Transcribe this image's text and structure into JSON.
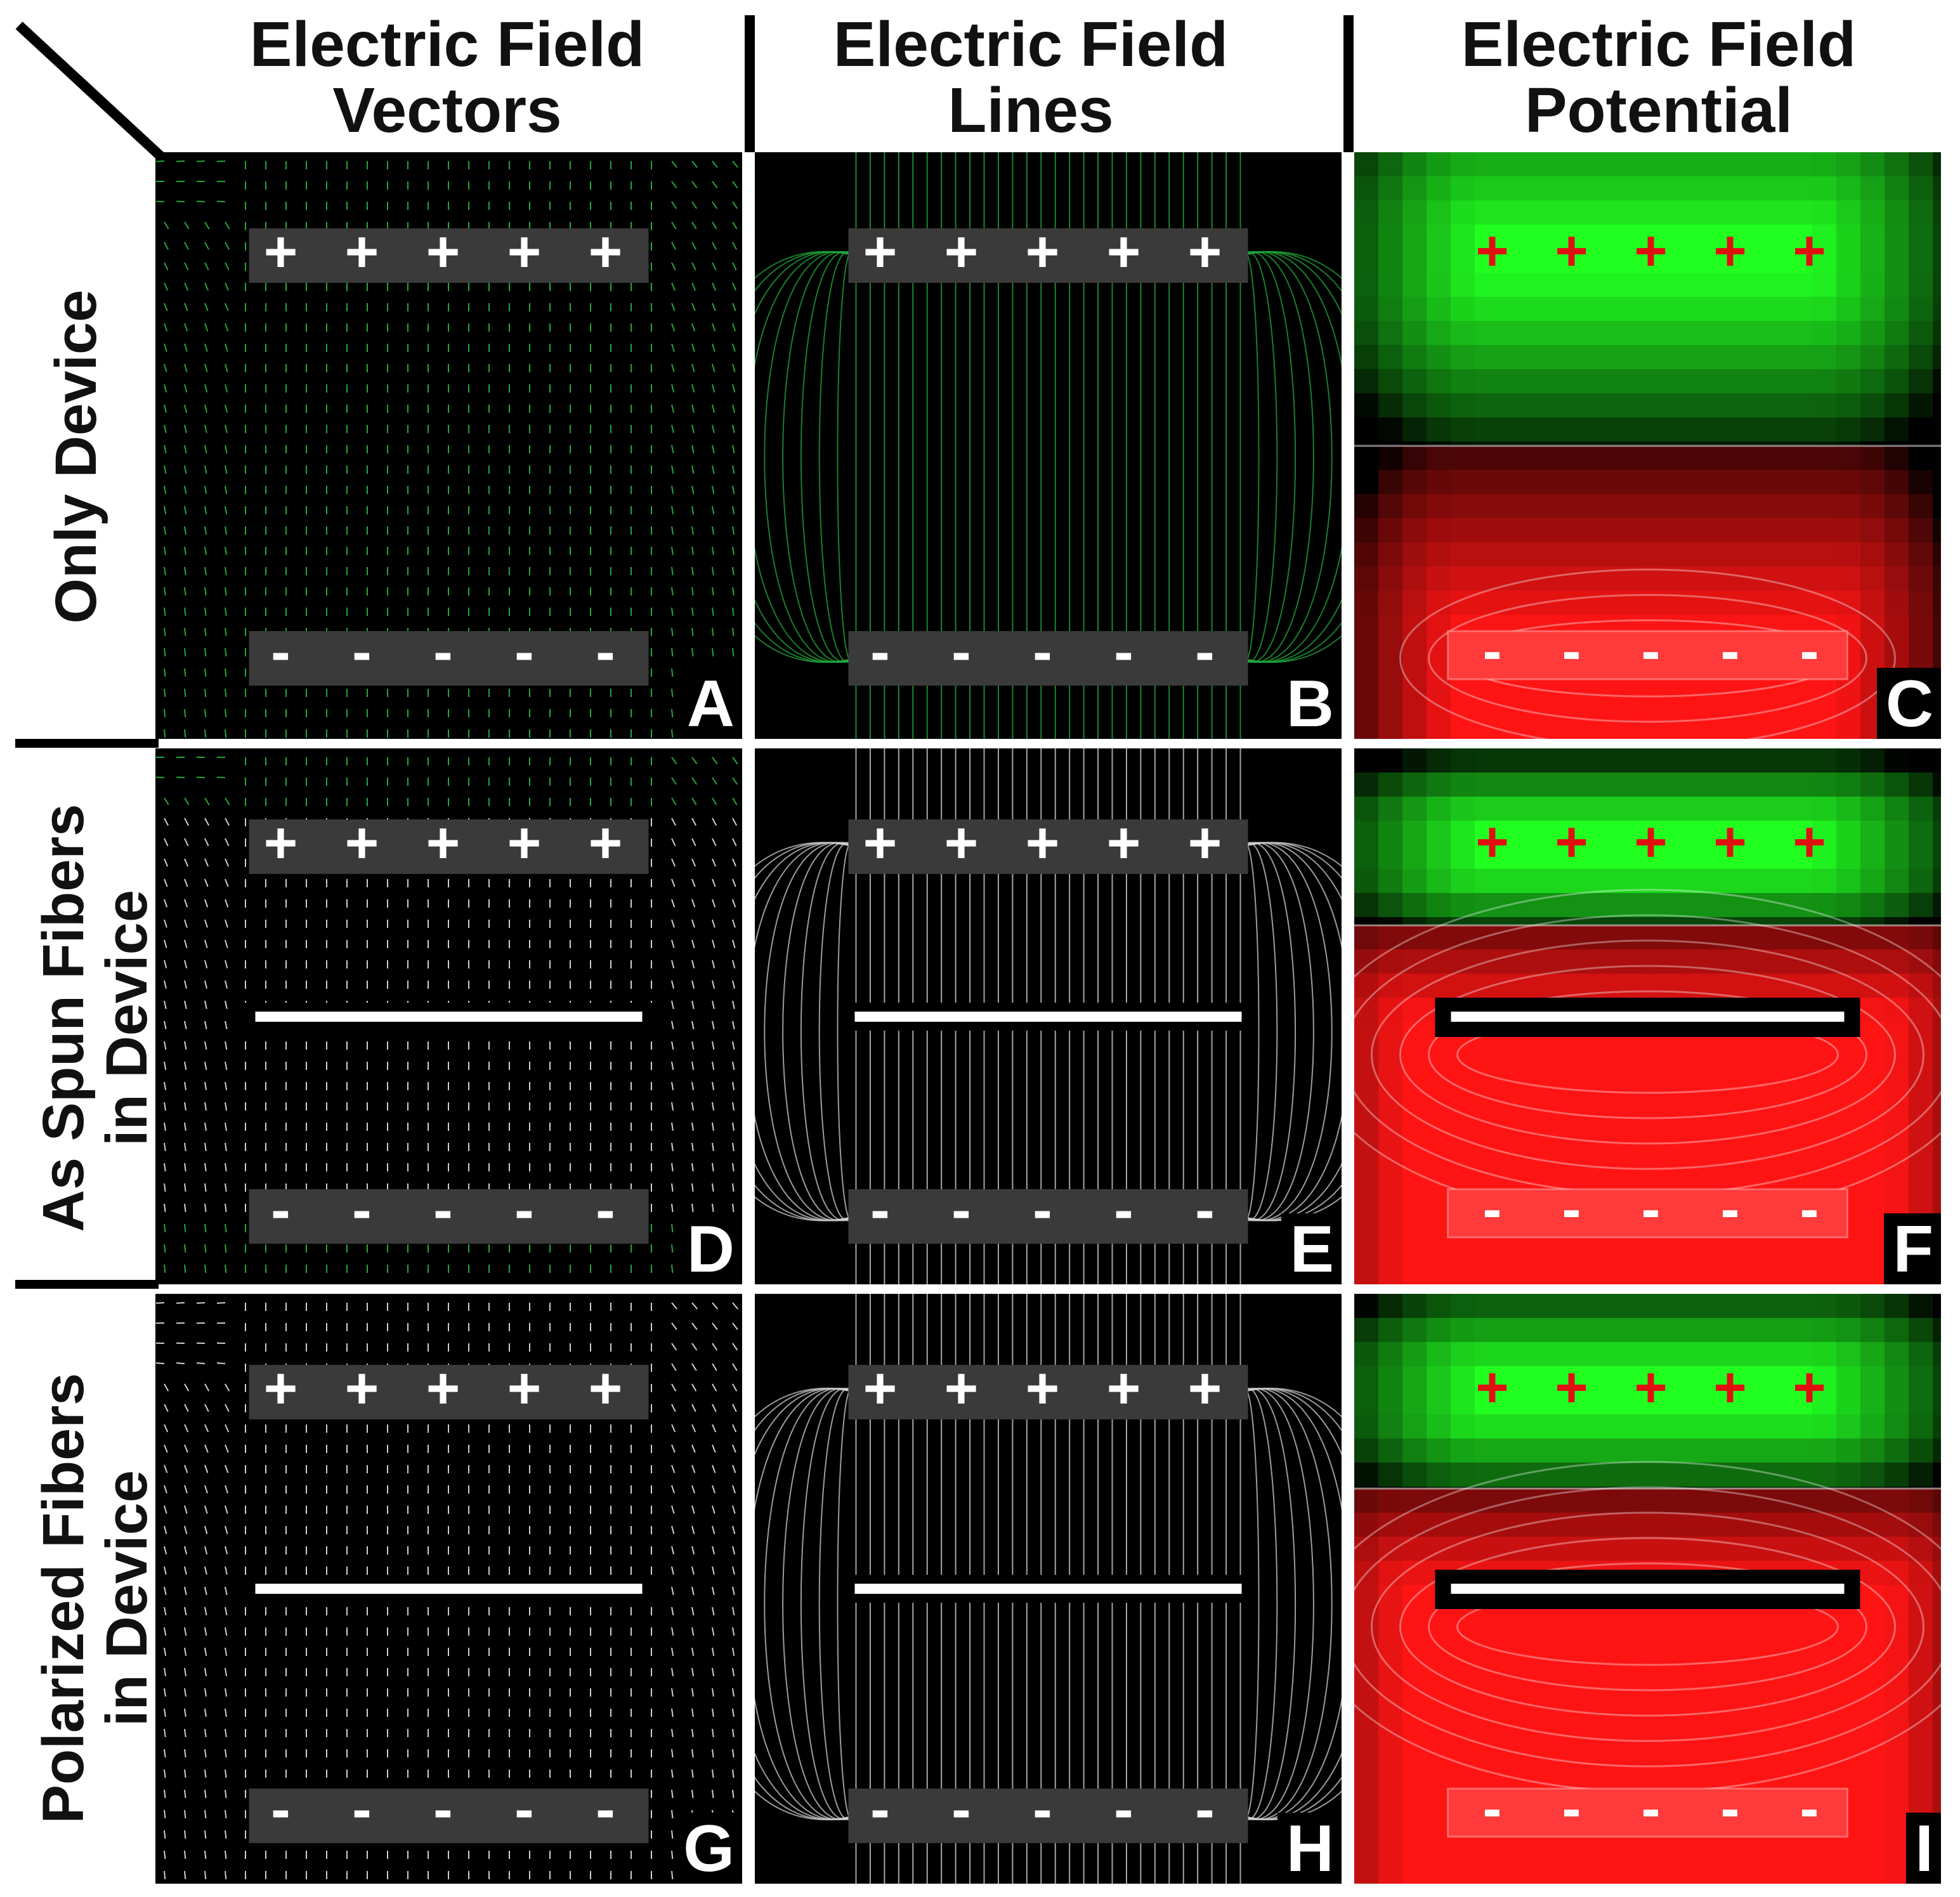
{
  "columns": [
    {
      "line1": "Electric Field",
      "line2": "Vectors"
    },
    {
      "line1": "Electric Field",
      "line2": "Lines"
    },
    {
      "line1": "Electric Field",
      "line2": "Potential"
    }
  ],
  "rows": [
    {
      "line1": "Only Device",
      "line2": ""
    },
    {
      "line1": "As Spun Fibers",
      "line2": "in Device"
    },
    {
      "line1": "Polarized Fibers",
      "line2": "in Device"
    }
  ],
  "panels": [
    {
      "letter": "A",
      "style": "vectors",
      "fiber": false,
      "color": "green"
    },
    {
      "letter": "B",
      "style": "lines",
      "fiber": false,
      "color": "green"
    },
    {
      "letter": "C",
      "style": "potential",
      "fiber": false
    },
    {
      "letter": "D",
      "style": "vectors",
      "fiber": true,
      "color": "mixed"
    },
    {
      "letter": "E",
      "style": "lines",
      "fiber": true,
      "color": "mixed"
    },
    {
      "letter": "F",
      "style": "potential",
      "fiber": true
    },
    {
      "letter": "G",
      "style": "vectors",
      "fiber": true,
      "color": "white"
    },
    {
      "letter": "H",
      "style": "lines",
      "fiber": true,
      "color": "white"
    },
    {
      "letter": "I",
      "style": "potential",
      "fiber": true
    }
  ],
  "symbols": {
    "plus": "+",
    "minus": "-",
    "count": 5
  },
  "colors": {
    "panel_bg": "#000000",
    "plate": "#3a3a3a",
    "field_green": "#22a83a",
    "field_white": "#cfcfcf",
    "potential_green": "#22ff22",
    "potential_red": "#ff1a1a",
    "plus_red": "#e01010",
    "fiber": "#ffffff"
  }
}
